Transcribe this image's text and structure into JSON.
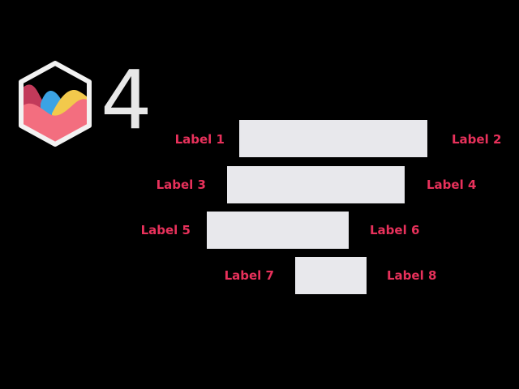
{
  "logo": {
    "icon": "chartjs-logo-icon"
  },
  "version": {
    "text": "4"
  },
  "colors": {
    "background": "#000000",
    "bar": "#e8e8ec",
    "label": "#e8315b"
  },
  "rows": [
    {
      "left_label": "Label 1",
      "right_label": "Label 2"
    },
    {
      "left_label": "Label 3",
      "right_label": "Label 4"
    },
    {
      "left_label": "Label 5",
      "right_label": "Label 6"
    },
    {
      "left_label": "Label 7",
      "right_label": "Label 8"
    }
  ]
}
